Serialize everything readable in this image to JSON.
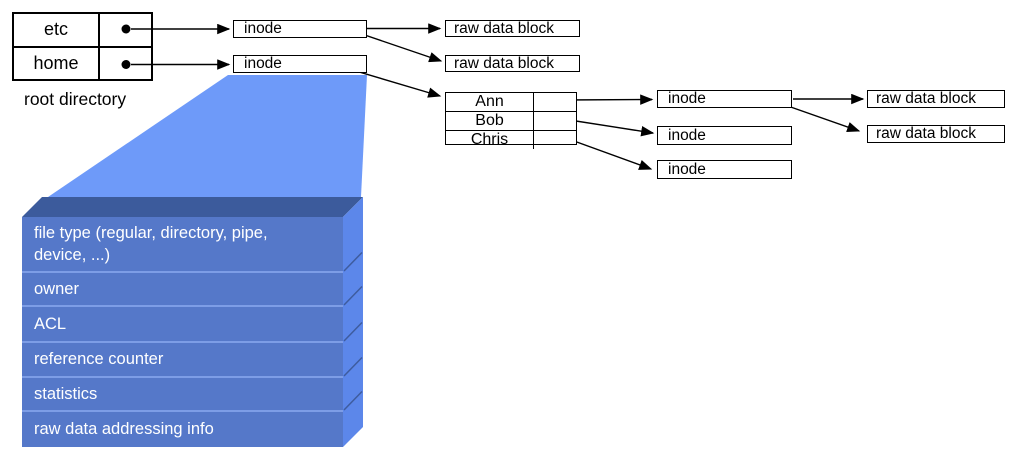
{
  "root_directory": {
    "caption": "root directory",
    "entries": [
      "etc",
      "home"
    ]
  },
  "labels": {
    "inode": "inode",
    "raw_data_block": "raw data block"
  },
  "home_directory": {
    "entries": [
      "Ann",
      "Bob",
      "Chris"
    ]
  },
  "inode_detail": {
    "fields": [
      "file type (regular, directory, pipe, device, ...)",
      "owner",
      "ACL",
      "reference counter",
      "statistics",
      "raw data addressing info"
    ]
  },
  "colors": {
    "funnel": "#6E9AF9",
    "stack_front": "#5578C9",
    "stack_top": "#3C5B9C",
    "stack_side": "#5C87EA",
    "stack_divider": "#7D9DE6",
    "line": "#000000"
  }
}
